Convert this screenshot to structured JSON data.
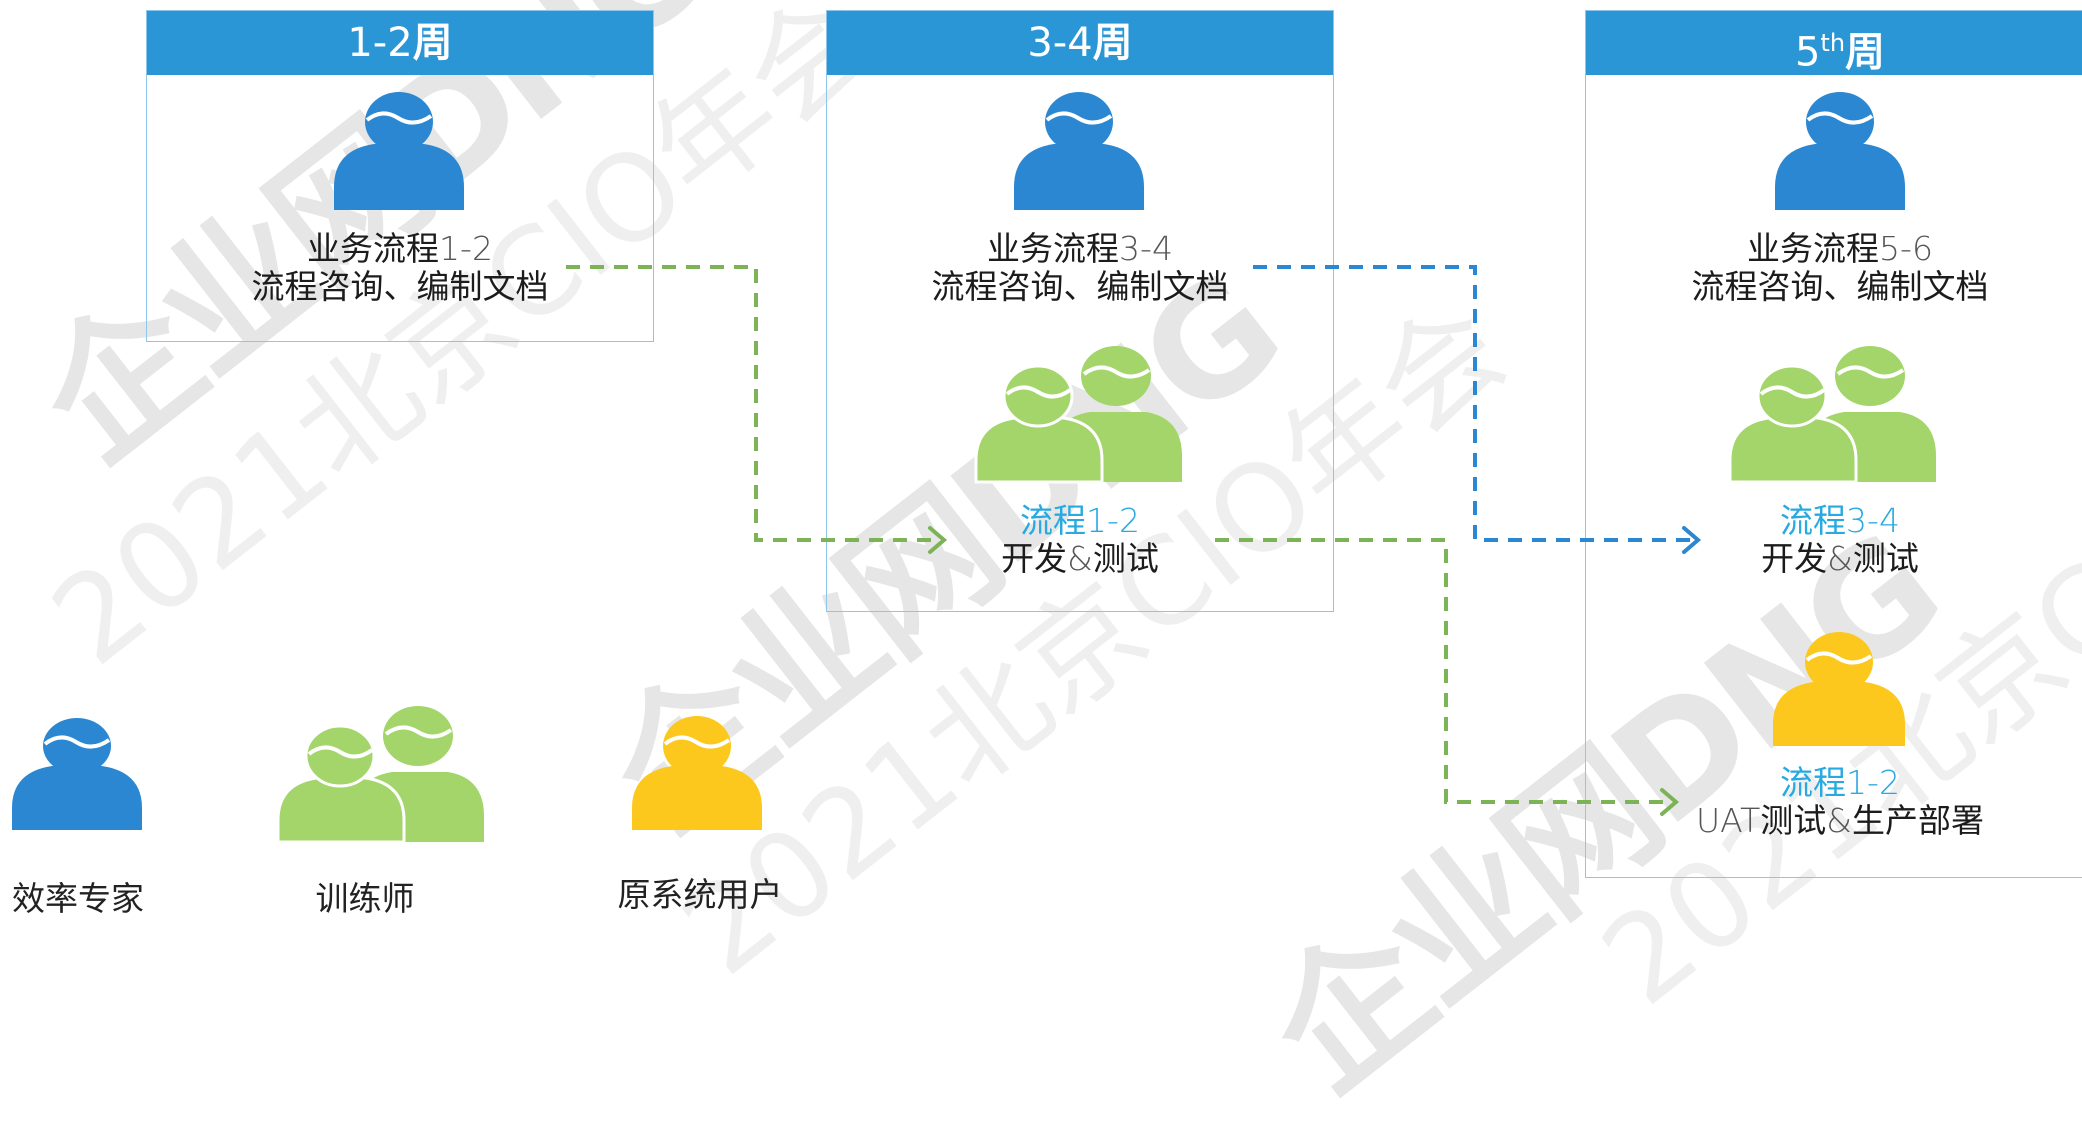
{
  "watermark": {
    "logo": "企业网DNG",
    "subtext": "2021北京CIO年会"
  },
  "weeks": [
    {
      "header_num": "1-2",
      "header_suffix": "周",
      "expert_line1_text": "业务流程",
      "expert_line1_num": "1-2",
      "expert_line2": "流程咨询、编制文档"
    },
    {
      "header_num": "3-4",
      "header_suffix": "周",
      "expert_line1_text": "业务流程",
      "expert_line1_num": "3-4",
      "expert_line2": "流程咨询、编制文档",
      "trainer_line1_text": "流程",
      "trainer_line1_num": "1-2",
      "trainer_line2_a": "开发",
      "trainer_line2_amp": "&",
      "trainer_line2_b": "测试"
    },
    {
      "header_num": "5",
      "header_sup": "th",
      "header_suffix": "周",
      "expert_line1_text": "业务流程",
      "expert_line1_num": "5-6",
      "expert_line2": "流程咨询、编制文档",
      "trainer_line1_text": "流程",
      "trainer_line1_num": "3-4",
      "trainer_line2_a": "开发",
      "trainer_line2_amp": "&",
      "trainer_line2_b": "测试",
      "user_line1_text": "流程",
      "user_line1_num": "1-2",
      "user_line2_a": "UAT",
      "user_line2_b": "测试",
      "user_line2_amp": "&",
      "user_line2_c": "生产部署"
    }
  ],
  "legend": [
    {
      "label": "效率专家",
      "role": "expert-icon"
    },
    {
      "label": "训练师",
      "role": "trainer-icon"
    },
    {
      "label": "原系统用户",
      "role": "user-icon"
    }
  ],
  "colors": {
    "header_blue": "#2a96d6",
    "box_border": "#8ec6ea",
    "expert_blue": "#2b87d1",
    "trainer_green": "#a3d56b",
    "user_yellow": "#fcc81d",
    "flow_green": "#7cb356",
    "flow_blue": "#2b87d1",
    "caption_blue": "#29a9e1"
  }
}
